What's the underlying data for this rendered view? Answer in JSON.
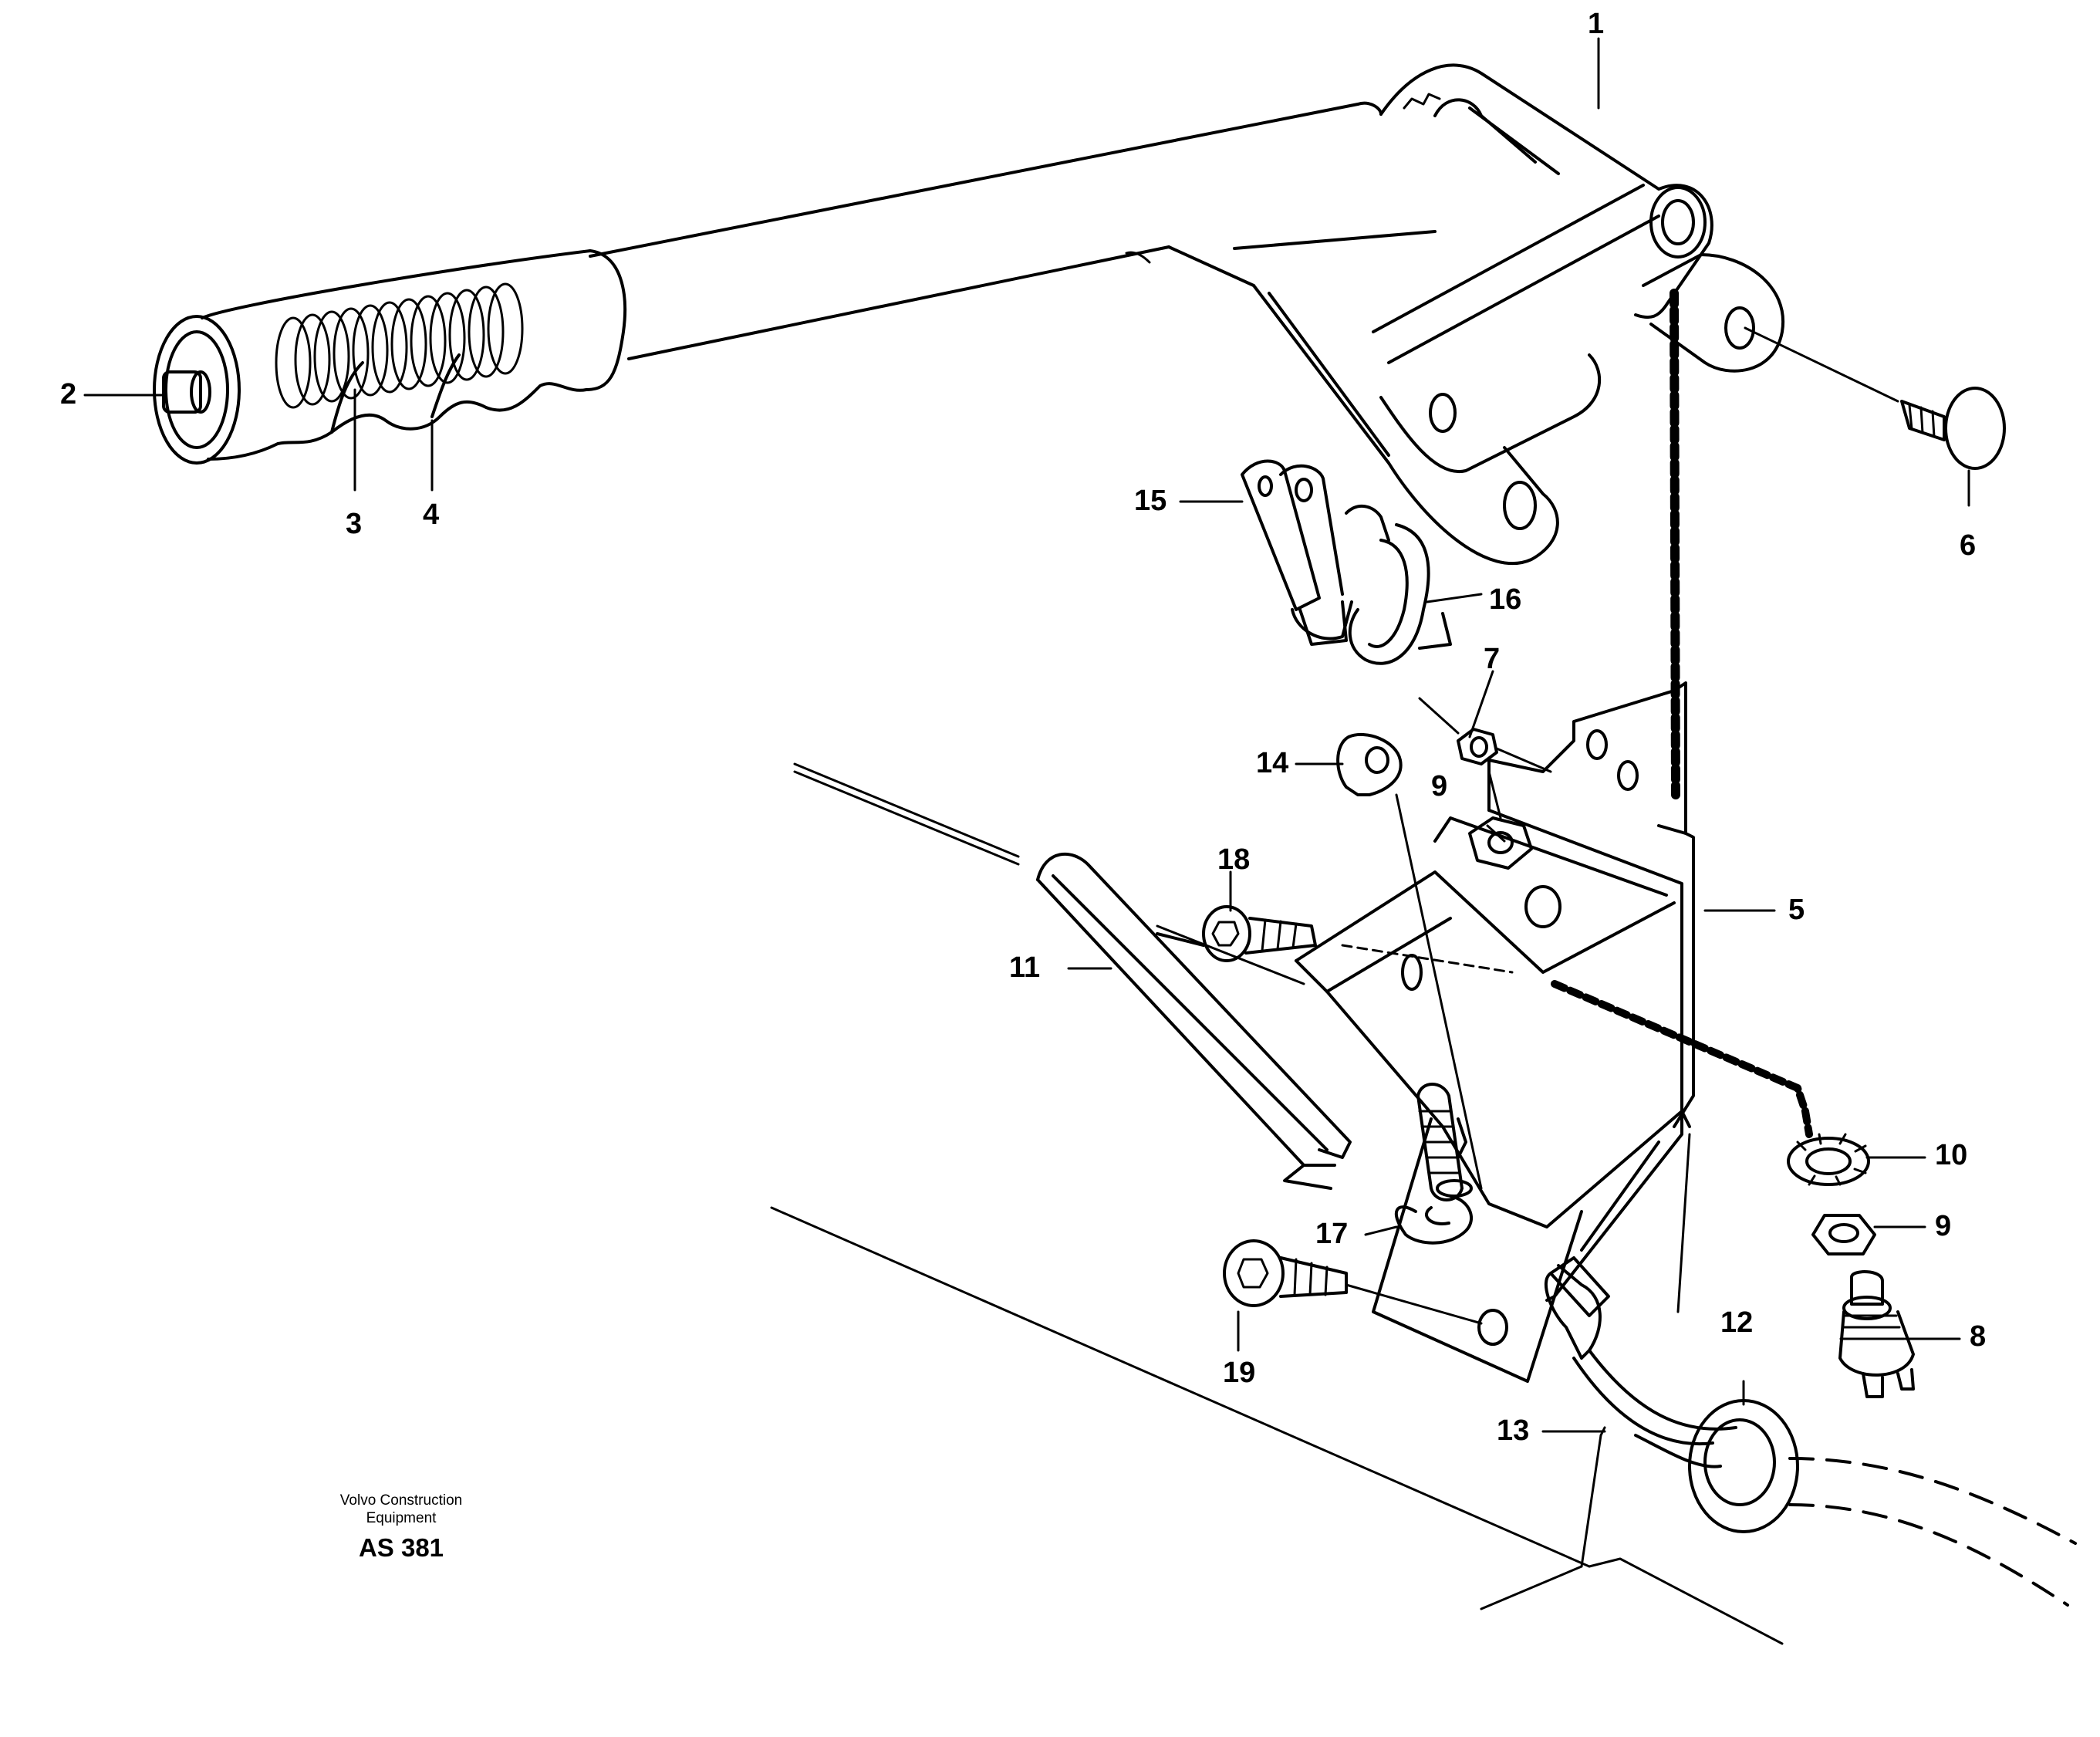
{
  "diagram": {
    "brand": {
      "company_line1": "Volvo Construction",
      "company_line2": "Equipment",
      "code": "AS 381"
    },
    "callouts": [
      {
        "id": "c1",
        "label": "1"
      },
      {
        "id": "c2",
        "label": "2"
      },
      {
        "id": "c3",
        "label": "3"
      },
      {
        "id": "c4",
        "label": "4"
      },
      {
        "id": "c5",
        "label": "5"
      },
      {
        "id": "c6",
        "label": "6"
      },
      {
        "id": "c7",
        "label": "7"
      },
      {
        "id": "c8",
        "label": "8"
      },
      {
        "id": "c9a",
        "label": "9"
      },
      {
        "id": "c9b",
        "label": "9"
      },
      {
        "id": "c10",
        "label": "10"
      },
      {
        "id": "c11",
        "label": "11"
      },
      {
        "id": "c12",
        "label": "12"
      },
      {
        "id": "c13",
        "label": "13"
      },
      {
        "id": "c14",
        "label": "14"
      },
      {
        "id": "c15",
        "label": "15"
      },
      {
        "id": "c16",
        "label": "16"
      },
      {
        "id": "c17",
        "label": "17"
      },
      {
        "id": "c18",
        "label": "18"
      },
      {
        "id": "c19",
        "label": "19"
      }
    ]
  }
}
